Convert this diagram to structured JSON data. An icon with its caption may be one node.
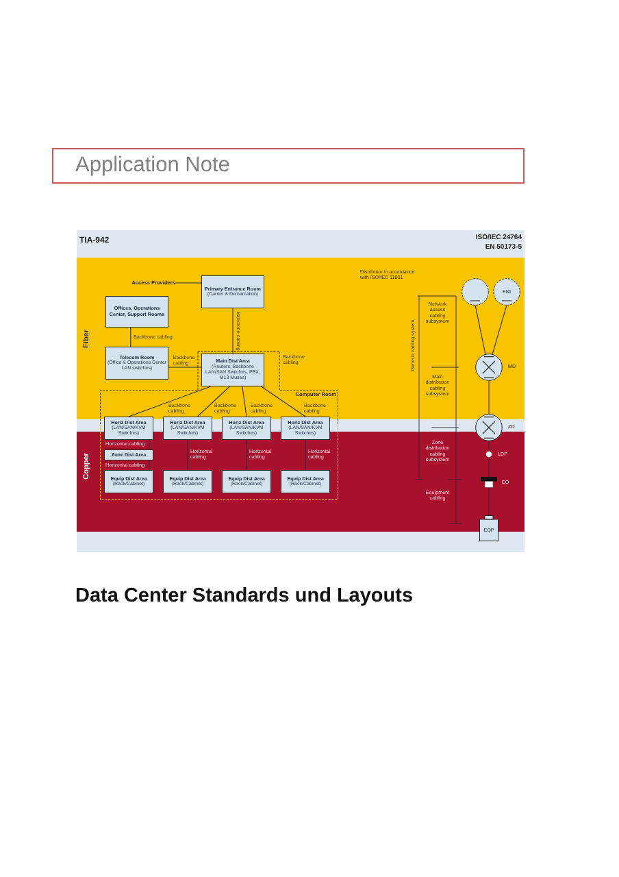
{
  "diagram": {
    "title": "Application Note",
    "caption": "Data Center Standards und Layouts",
    "nodes": [
      {
        "text": [
          "Access Providers"
        ]
      },
      {
        "text": [
          "Primary Entrance Room",
          "(Carrier & Demarcation)"
        ]
      },
      {
        "text": [
          "Offices, Operations Center, Support Rooms"
        ]
      },
      {
        "text": [
          "Telecom Room",
          "(Office & Operations Center LAN switches)"
        ]
      },
      {
        "text": [
          "Computer Room"
        ]
      },
      {
        "text": [
          "Main Dist Area",
          "(Routers, Backbone LAN/SAN Switches, PBX, M13 Muxes)"
        ],
        "in": 4
      },
      {
        "text": [
          "Horiz Dist Area",
          "(LAN/SAN/KVM Switches)"
        ],
        "in": 4
      },
      {
        "text": [
          "Horiz Dist Area",
          "(LAN/SAN/KVM Switches)"
        ],
        "in": 4
      },
      {
        "text": [
          "Horiz Dist Area",
          "(LAN/SAN/KVM Switches)"
        ],
        "in": 4
      },
      {
        "text": [
          "Horiz Dist Area",
          "(LAN/SAN/KVM Switches)"
        ],
        "in": 4
      },
      {
        "text": [
          "Zone Dist Area"
        ],
        "in": 4
      },
      {
        "text": [
          "Equip Dist Area",
          "(Rack/Cabinet)"
        ],
        "in": 4
      },
      {
        "text": [
          "Equip Dist Area",
          "(Rack/Cabinet)"
        ],
        "in": 4
      },
      {
        "text": [
          "Equip Dist Area",
          "(Rack/Cabinet)"
        ],
        "in": 4
      },
      {
        "text": [
          "Equip Dist Area",
          "(Rack/Cabinet)"
        ],
        "in": 4
      },
      {
        "text": [],
        "shape": "circle"
      },
      {
        "text": [
          "ENI"
        ]
      },
      {
        "text": [],
        "shape": "circle",
        "beside": [
          "MD"
        ]
      },
      {
        "text": [],
        "shape": "circle",
        "beside": [
          "ZD"
        ]
      },
      {
        "text": [],
        "shape": "circle",
        "beside": [
          "LDP"
        ]
      },
      {
        "text": [],
        "shape": "bar",
        "beside": [
          "EO"
        ]
      },
      {
        "text": [
          "EQP"
        ]
      }
    ],
    "edges": [
      {
        "from": 0,
        "to": 1,
        "arrow": "none"
      },
      {
        "from": 1,
        "to": 5,
        "arrow": "none",
        "label": "Backbone cabling"
      },
      {
        "from": 2,
        "to": 3,
        "arrow": "none",
        "label": "Backbone cabling"
      },
      {
        "from": 3,
        "to": 5,
        "arrow": "none",
        "label": "Backbone cabling"
      },
      {
        "from": 5,
        "to": 6,
        "arrow": "none",
        "label": "Backbone cabling"
      },
      {
        "from": 5,
        "to": 7,
        "arrow": "none",
        "label": "Backbone cabling"
      },
      {
        "from": 5,
        "to": 8,
        "arrow": "none",
        "label": "Backbone cabling"
      },
      {
        "from": 5,
        "to": 9,
        "arrow": "none",
        "label": "Backbone cabling"
      },
      {
        "from": 6,
        "to": 10,
        "arrow": "none",
        "label": "Horizontal cabling"
      },
      {
        "from": 10,
        "to": 11,
        "arrow": "none",
        "label": "Horizontal cabling"
      },
      {
        "from": 7,
        "to": 12,
        "arrow": "none",
        "label": "Horizontal cabling"
      },
      {
        "from": 8,
        "to": 13,
        "arrow": "none",
        "label": "Horizontal cabling"
      },
      {
        "from": 9,
        "to": 14,
        "arrow": "none",
        "label": "Horizontal cabling"
      },
      {
        "from": 15,
        "to": 17,
        "arrow": "none"
      },
      {
        "from": 16,
        "to": 17,
        "arrow": "none"
      },
      {
        "from": 17,
        "to": 18,
        "arrow": "none"
      },
      {
        "from": 18,
        "to": 19,
        "arrow": "none"
      },
      {
        "from": 19,
        "to": 20,
        "arrow": "none"
      },
      {
        "from": 20,
        "to": 21,
        "arrow": "none"
      }
    ],
    "labels": [
      "TIA-942",
      "ISO/IEC 24764",
      "EN 50173-5",
      "Distributor in accordance with ISO/IEC 11801",
      "Fiber",
      "Backbone cabling",
      "Generic cabling system",
      "Network access cabling subsystem",
      "Main distribution cabling subsystem",
      "Copper",
      "Zone distribution cabling subsystem",
      "Equipment cabling"
    ]
  }
}
